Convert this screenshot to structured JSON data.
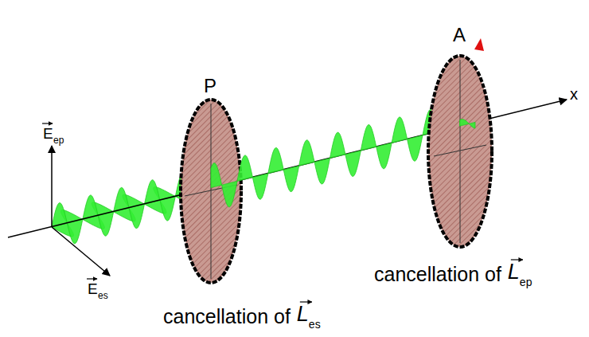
{
  "diagram": {
    "labels": [
      "E",
      "ep",
      "E",
      "es",
      "P",
      "A",
      "x",
      "cancellation of",
      "L",
      "ep",
      "cancellation of",
      "L",
      "es"
    ]
  }
}
